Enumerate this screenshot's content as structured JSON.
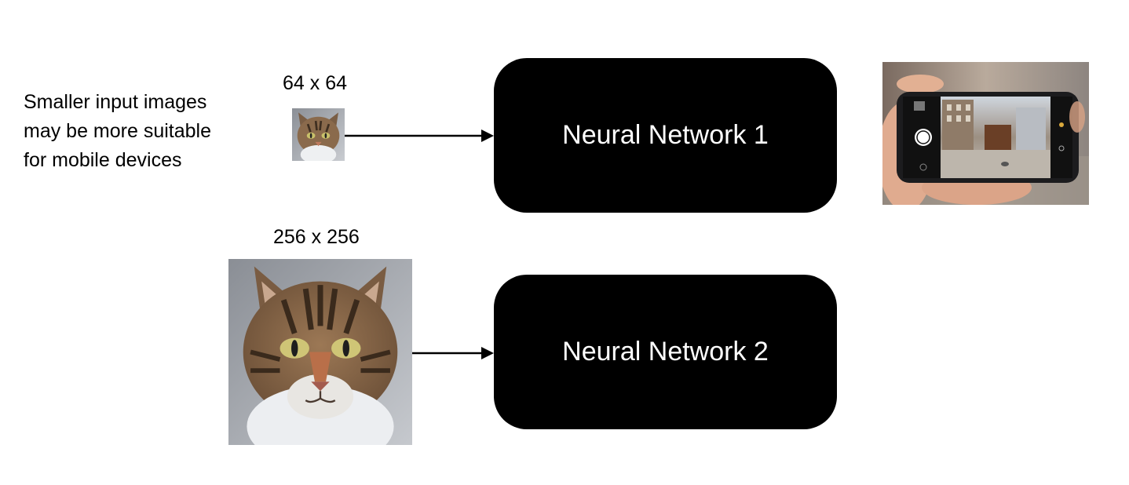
{
  "note": {
    "lines": [
      "Smaller input images",
      "may be more suitable",
      "for mobile devices"
    ]
  },
  "inputs": {
    "small_size_label": "64 x 64",
    "large_size_label": "256 x 256"
  },
  "networks": {
    "network_1_label": "Neural Network 1",
    "network_2_label": "Neural Network 2"
  },
  "colors": {
    "box_fill": "#000000",
    "box_text": "#ffffff",
    "arrow": "#000000"
  }
}
